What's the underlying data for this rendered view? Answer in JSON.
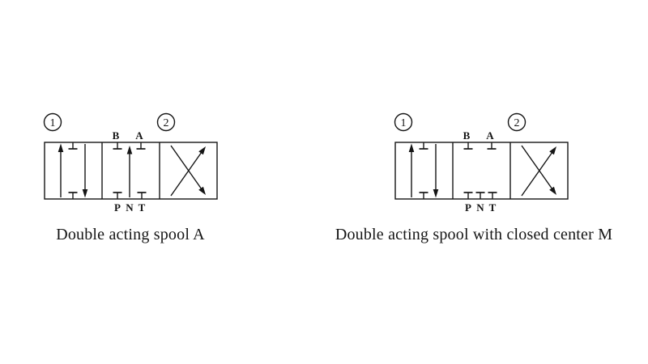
{
  "background": "#ffffff",
  "line_color": "#151515",
  "diagrams": [
    {
      "id": "spool-a",
      "positions": [
        "1",
        "2"
      ],
      "top_ports": [
        "B",
        "A"
      ],
      "bottom_ports": [
        "P",
        "N",
        "T"
      ],
      "center_condition": "open-center-carryover",
      "caption": "Double acting spool A"
    },
    {
      "id": "spool-m",
      "positions": [
        "1",
        "2"
      ],
      "top_ports": [
        "B",
        "A"
      ],
      "bottom_ports": [
        "P",
        "N",
        "T"
      ],
      "center_condition": "closed-center",
      "caption": "Double acting spool with closed center M"
    }
  ]
}
